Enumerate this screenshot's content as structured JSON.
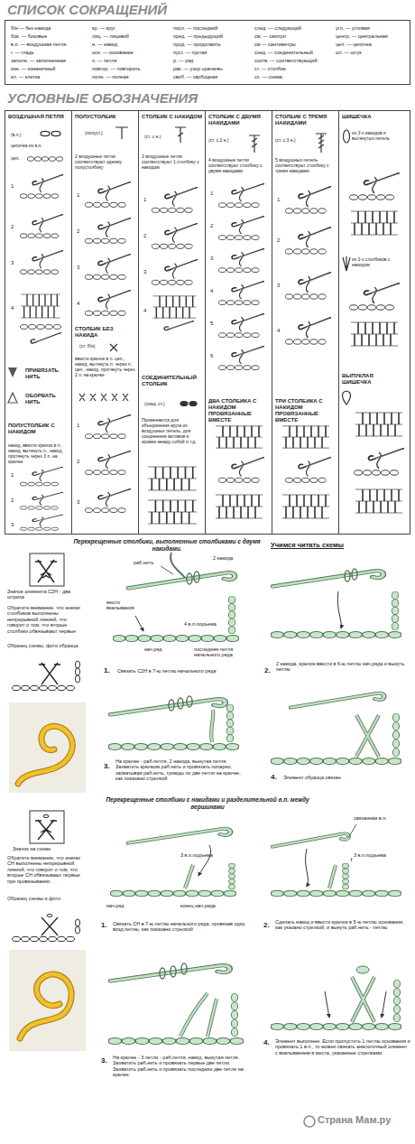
{
  "diagram": {
    "nodes": [
      {
        "text": [
          "б/н — без накида",
          "бок. — боковые",
          "в.п. — воздушная петля",
          "г. — гладь",
          "заполн. — заполненная",
          "изн. — изнаночный",
          "кл. — клетка",
          "кр. — круг",
          "лиц. — лицевой",
          "н. — накид",
          "осн. — основание",
          "п. — петля",
          "повтор. — повторить",
          "полн. — полная",
          "посл. — последний",
          "пред. — предыдущий",
          "прод. — продолжить",
          "пуст. — пустая",
          "р. — ряд",
          "рак. — узор «рачков»",
          "своб. — свободная",
          "след. — следующий",
          "см. — смотри",
          "см — сантиметры",
          "соед. — соединительный",
          "соотв. — соответствующий",
          "ст. — столбик",
          "сх. — схема",
          "угл. — угловая",
          "центр. — центральная",
          "цеп. — цепочка",
          "шт. — штук"
        ]
      },
      {
        "text": [
          "ВОЗДУШНАЯ ПЕТЛЯ",
          "(в.п.)",
          "цепочка из в.п.",
          "цеп.",
          "1",
          "2",
          "3",
          "4",
          "ПРИВЯЗАТЬ НИТЬ",
          "ОБОРВАТЬ НИТЬ",
          "ПОЛУСТОЛБИК С НАКИДОМ",
          "накид, ввести крючок в п., накид, вытянуть п., накид, протянуть через 3 п. на крючке.",
          "1",
          "2",
          "3"
        ]
      },
      {
        "text": [
          "ПОЛУСТОЛБИК",
          "(полуст.)",
          "2 воздушные петли соответствуют одному полустолбику",
          "1",
          "2",
          "3",
          "4",
          "СТОЛБИК БЕЗ НАКИДА",
          "(ст. б/н)",
          "ввести крючок в п. цеп., накид, вытянуть п. через п. цеп., накид, протянуть через 2 п. на крючке",
          "1",
          "2",
          "3"
        ]
      },
      {
        "text": [
          "СТОЛБИК С НАКИДОМ",
          "(ст. с н.)",
          "3 воздушные петли соответствуют 1 столбику с накидом",
          "1",
          "2",
          "3",
          "4",
          "СОЕДИНИТЕЛЬНЫЙ СТОЛБИК",
          "(соед. ст.)",
          "Применяется для объединения круга из воздушных петель, для соединения мотивов и кромки между собой и т.д."
        ]
      },
      {
        "text": [
          "СТОЛБИК С ДВУМЯ НАКИДАМИ",
          "(ст. с 2 н.)",
          "4 воздушные петли соответствуют столбику с двумя накидами",
          "1",
          "2",
          "3",
          "4",
          "5",
          "6",
          "ДВА СТОЛБИКА С НАКИДОМ ПРОВЯЗАННЫЕ ВМЕСТЕ"
        ]
      },
      {
        "text": [
          "СТОЛБИК С ТРЕМЯ НАКИДАМИ",
          "(ст. с 3 н.)",
          "5 воздушных петель соответствуют столбику с тремя накидами",
          "1",
          "2",
          "3",
          "4",
          "ТРИ СТОЛБИКА С НАКИДОМ ПРОВЯЗАННЫЕ ВМЕСТЕ"
        ]
      },
      {
        "text": [
          "ШИШЕЧКА",
          "из 3-х накидов и вытянутых петель",
          "из 3-х столбиков с накидом",
          "ВЫПУКЛАЯ ШИШЕЧКА"
        ]
      }
    ],
    "labels": [
      "СПИСОК СОКРАЩЕНИЙ",
      "УСЛОВНЫЕ ОБОЗНАЧЕНИЯ",
      "Перекрещенные столбики, выполненные столбиками с двумя накидами.",
      "Учимся читать схемы",
      "Значок элемента С2Н - два штриха",
      "Обратите внимание, что значки столбиков выполнены непрерывной линией, что говорит о том, что вторые столбики обвязывают первые",
      "Образец схемы, фото образца",
      "раб.нить",
      "2 накида",
      "место вкалывания",
      "4 в.п.подъема",
      "нач.ряд",
      "последняя петля начального ряда",
      "1.",
      "Связать С2Н в 7-ю петлю начального ряда",
      "2.",
      "2 накида, крючок ввести в 6-ю петлю нач.ряда и вынуть петлю",
      "3.",
      "На крючке - раб.петля, 2 накида, вынутая петля. Захватить крючком раб.нить и провязать попарно, захватывая раб.нить, трижды по две петли на крючке, как показано стрелкой",
      "4.",
      "Элемент образца связан",
      "Перекрещенные столбики с накидами и разделительной в.п. между вершинами",
      "Значок на схеме",
      "Обратите внимание, что значки СН выполнены непрерывной линией, что говорит о том, что вторые СН обвязывают первые при провязывании.",
      "Образец схемы и фото",
      "3 в.п.подъема",
      "нач.ряд",
      "конец нач.ряда",
      "1.",
      "Связать СН в 7-ю петлю начального ряда, провязав одну возд.петлю, как показано стрелкой",
      "связанная в.п.",
      "3 в.п.подъема",
      "2.",
      "Сделать накид и ввести крючок в 5-ю петлю основания, как указано стрелкой, и вынуть раб.нить - петлю",
      "3.",
      "На крючке - 3 петли - раб.петля, накид, вынутая петля. Захватить раб.нить и провязать первые две петли. Захватить раб.нить и провязать последние две петли на крючке.",
      "4.",
      "Элемент выполнен. Если пропустить 1 петлю основания и провязать 1 в.п., то можно связать аналогичный элемент с вкалыванием в места, указанные стрелками",
      "Страна Мам.ру"
    ]
  }
}
